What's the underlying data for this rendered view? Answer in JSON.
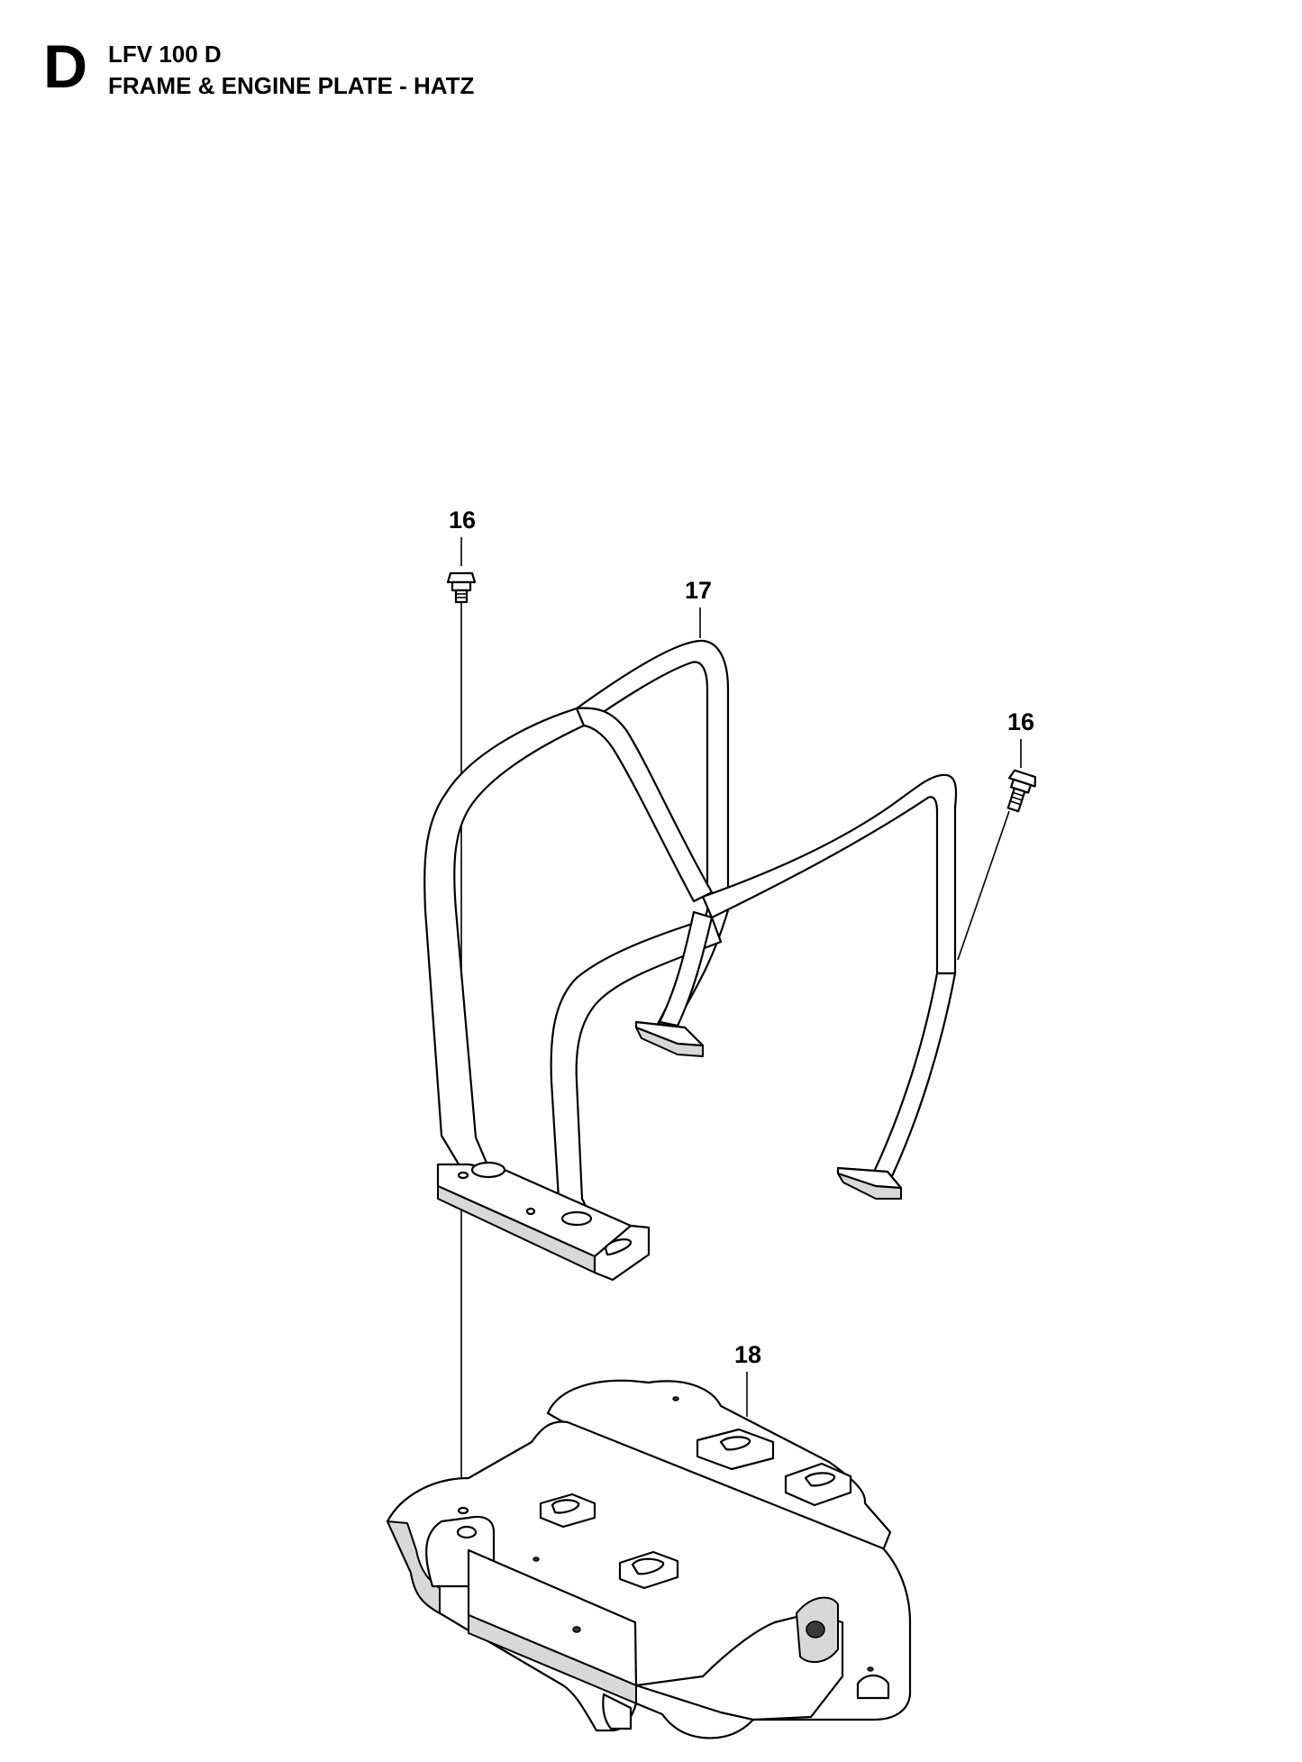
{
  "header": {
    "section_letter": "D",
    "model": "LFV 100 D",
    "title": "FRAME & ENGINE PLATE - HATZ"
  },
  "callouts": [
    {
      "id": "callout-16-left",
      "label": "16"
    },
    {
      "id": "callout-17",
      "label": "17"
    },
    {
      "id": "callout-16-right",
      "label": "16"
    },
    {
      "id": "callout-18",
      "label": "18"
    }
  ]
}
